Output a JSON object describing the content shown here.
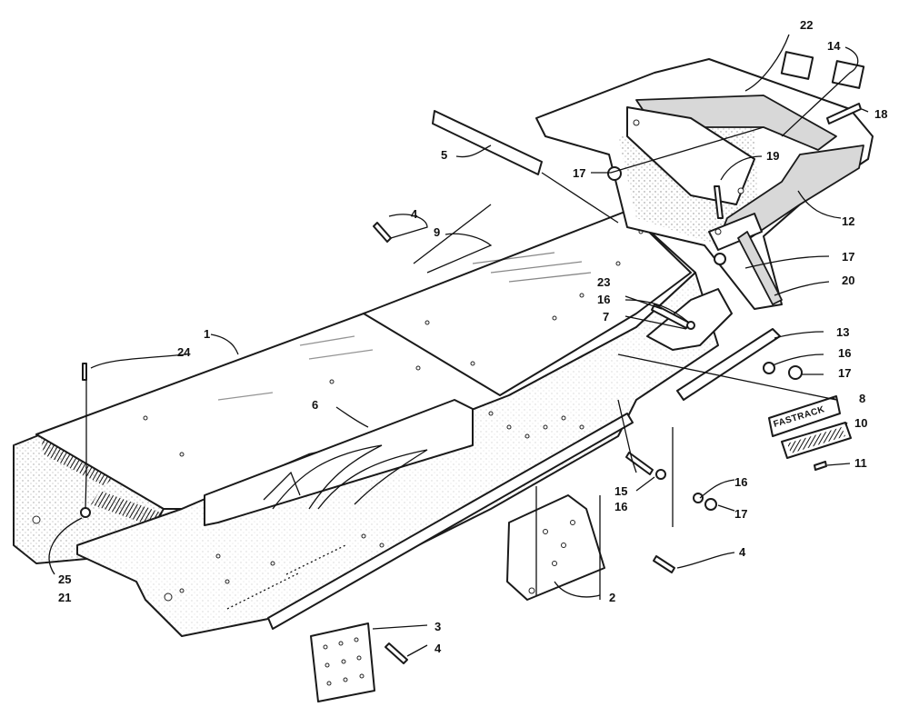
{
  "brand_badge": {
    "text": "FASTRACK"
  },
  "callouts": [
    {
      "id": "c22",
      "label": "22"
    },
    {
      "id": "c14",
      "label": "14"
    },
    {
      "id": "c18",
      "label": "18"
    },
    {
      "id": "c5",
      "label": "5"
    },
    {
      "id": "c17a",
      "label": "17"
    },
    {
      "id": "c19",
      "label": "19"
    },
    {
      "id": "c4a",
      "label": "4"
    },
    {
      "id": "c9",
      "label": "9"
    },
    {
      "id": "c12",
      "label": "12"
    },
    {
      "id": "c17b",
      "label": "17"
    },
    {
      "id": "c20",
      "label": "20"
    },
    {
      "id": "c23",
      "label": "23"
    },
    {
      "id": "c16a",
      "label": "16"
    },
    {
      "id": "c7",
      "label": "7"
    },
    {
      "id": "c13",
      "label": "13"
    },
    {
      "id": "c1",
      "label": "1"
    },
    {
      "id": "c24",
      "label": "24"
    },
    {
      "id": "c16b",
      "label": "16"
    },
    {
      "id": "c17c",
      "label": "17"
    },
    {
      "id": "c8",
      "label": "8"
    },
    {
      "id": "c6",
      "label": "6"
    },
    {
      "id": "c10",
      "label": "10"
    },
    {
      "id": "c11",
      "label": "11"
    },
    {
      "id": "c15",
      "label": "15"
    },
    {
      "id": "c16c",
      "label": "16"
    },
    {
      "id": "c16d",
      "label": "16"
    },
    {
      "id": "c17d",
      "label": "17"
    },
    {
      "id": "c4b",
      "label": "4"
    },
    {
      "id": "c25",
      "label": "25"
    },
    {
      "id": "c21",
      "label": "21"
    },
    {
      "id": "c2",
      "label": "2"
    },
    {
      "id": "c3",
      "label": "3"
    },
    {
      "id": "c4c",
      "label": "4"
    }
  ]
}
